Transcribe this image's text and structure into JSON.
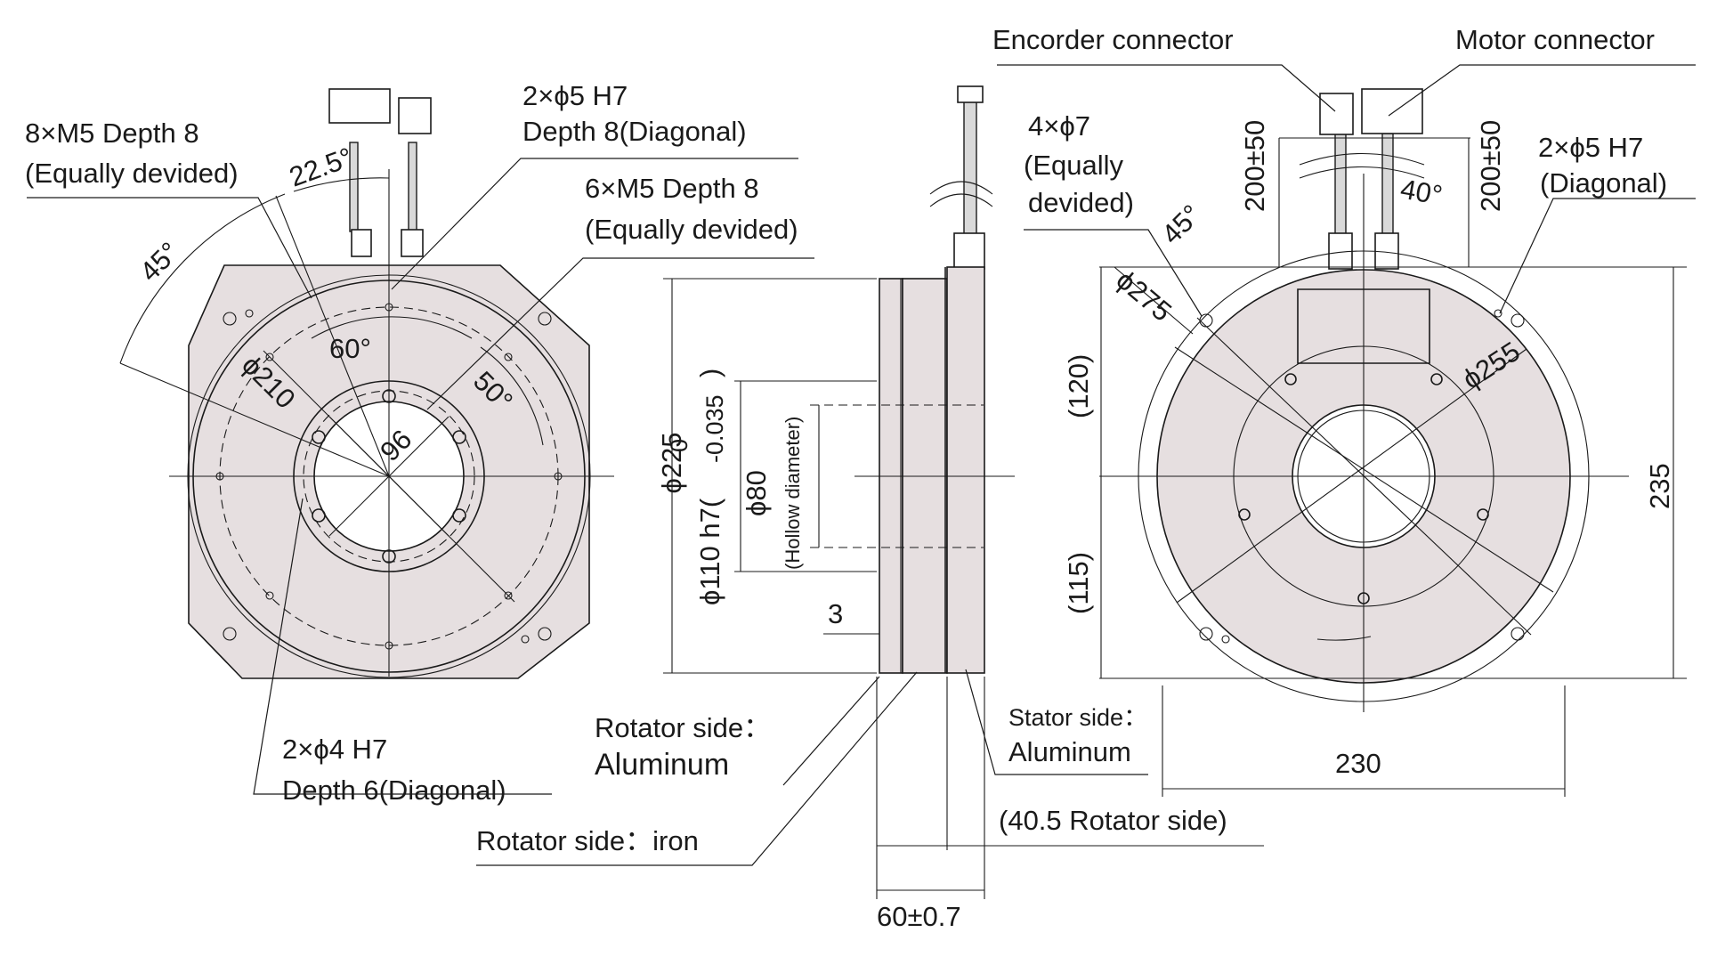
{
  "front_view": {
    "labels": {
      "m5_8": "8×M5 Depth 8",
      "m5_8_sub": "(Equally devided)",
      "h7_5": "2×ϕ5 H7",
      "h7_5_sub": "Depth 8(Diagonal)",
      "m5_6": "6×M5 Depth 8",
      "m5_6_sub": "(Equally devided)",
      "h7_4": "2×ϕ4 H7",
      "h7_4_sub": "Depth 6(Diagonal)",
      "ang_225": "22.5°",
      "ang_45": "45°",
      "ang_60": "60°",
      "ang_50": "50°",
      "dia_210": "ϕ210",
      "dia_96": "96"
    }
  },
  "side_view": {
    "labels": {
      "dia_225": "ϕ225",
      "dia_110": "ϕ110 h7(",
      "tol_upper": "0",
      "tol_lower": "-0.035",
      "tol_close": ")",
      "dia_80": "ϕ80",
      "hollow": "(Hollow diameter)",
      "dim_3": "3",
      "rotator_al_1": "Rotator side：",
      "rotator_al_2": "Aluminum",
      "rotator_iron": "Rotator side：iron",
      "stator_1": "Stator side：",
      "stator_2": "Aluminum",
      "dim_rotator": "(40.5 Rotator side)",
      "dim_60": "60±0.7"
    }
  },
  "rear_view": {
    "labels": {
      "encoder": "Encorder connector",
      "motor": "Motor connector",
      "phi7": "4×ϕ7",
      "phi7_sub1": "(Equally",
      "phi7_sub2": "devided)",
      "len_left": "200±50",
      "len_right": "200±50",
      "ang_40": "40°",
      "ang_45": "45°",
      "h7_5": "2×ϕ5 H7",
      "h7_5_sub": "(Diagonal)",
      "dia_275": "ϕ275",
      "dia_255": "ϕ255",
      "dim_120": "(120)",
      "dim_115": "(115)",
      "dim_235": "235",
      "dim_230": "230"
    }
  },
  "colors": {
    "part_fill": "#e6dfe0",
    "line": "#1a1a1a"
  }
}
